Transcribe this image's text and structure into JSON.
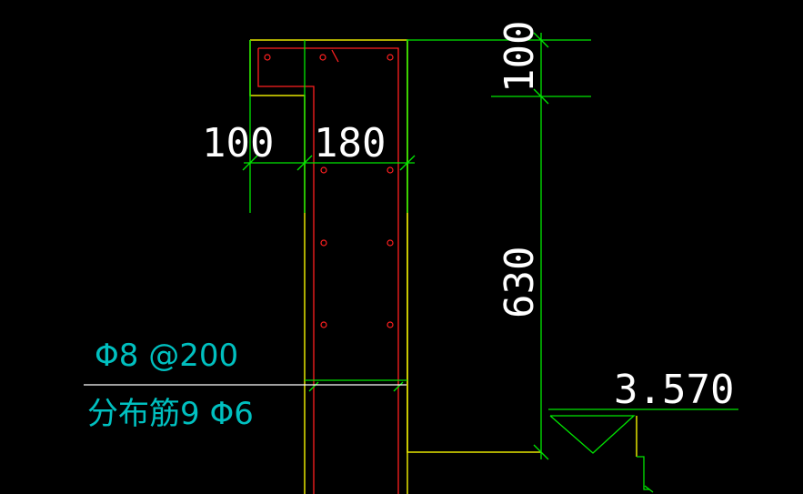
{
  "dimensions": {
    "left_width": "100",
    "wall_width": "180",
    "top_height": "100",
    "side_height": "630"
  },
  "elevation": "3.570",
  "annotations": {
    "rebar": "Φ8 @200",
    "distribution": "分布筋9 Φ6"
  },
  "colors": {
    "outline": "#ffff00",
    "dimension": "#00ff00",
    "rebar": "#ff0000",
    "text": "#ffffff",
    "note": "#00c0c0"
  }
}
